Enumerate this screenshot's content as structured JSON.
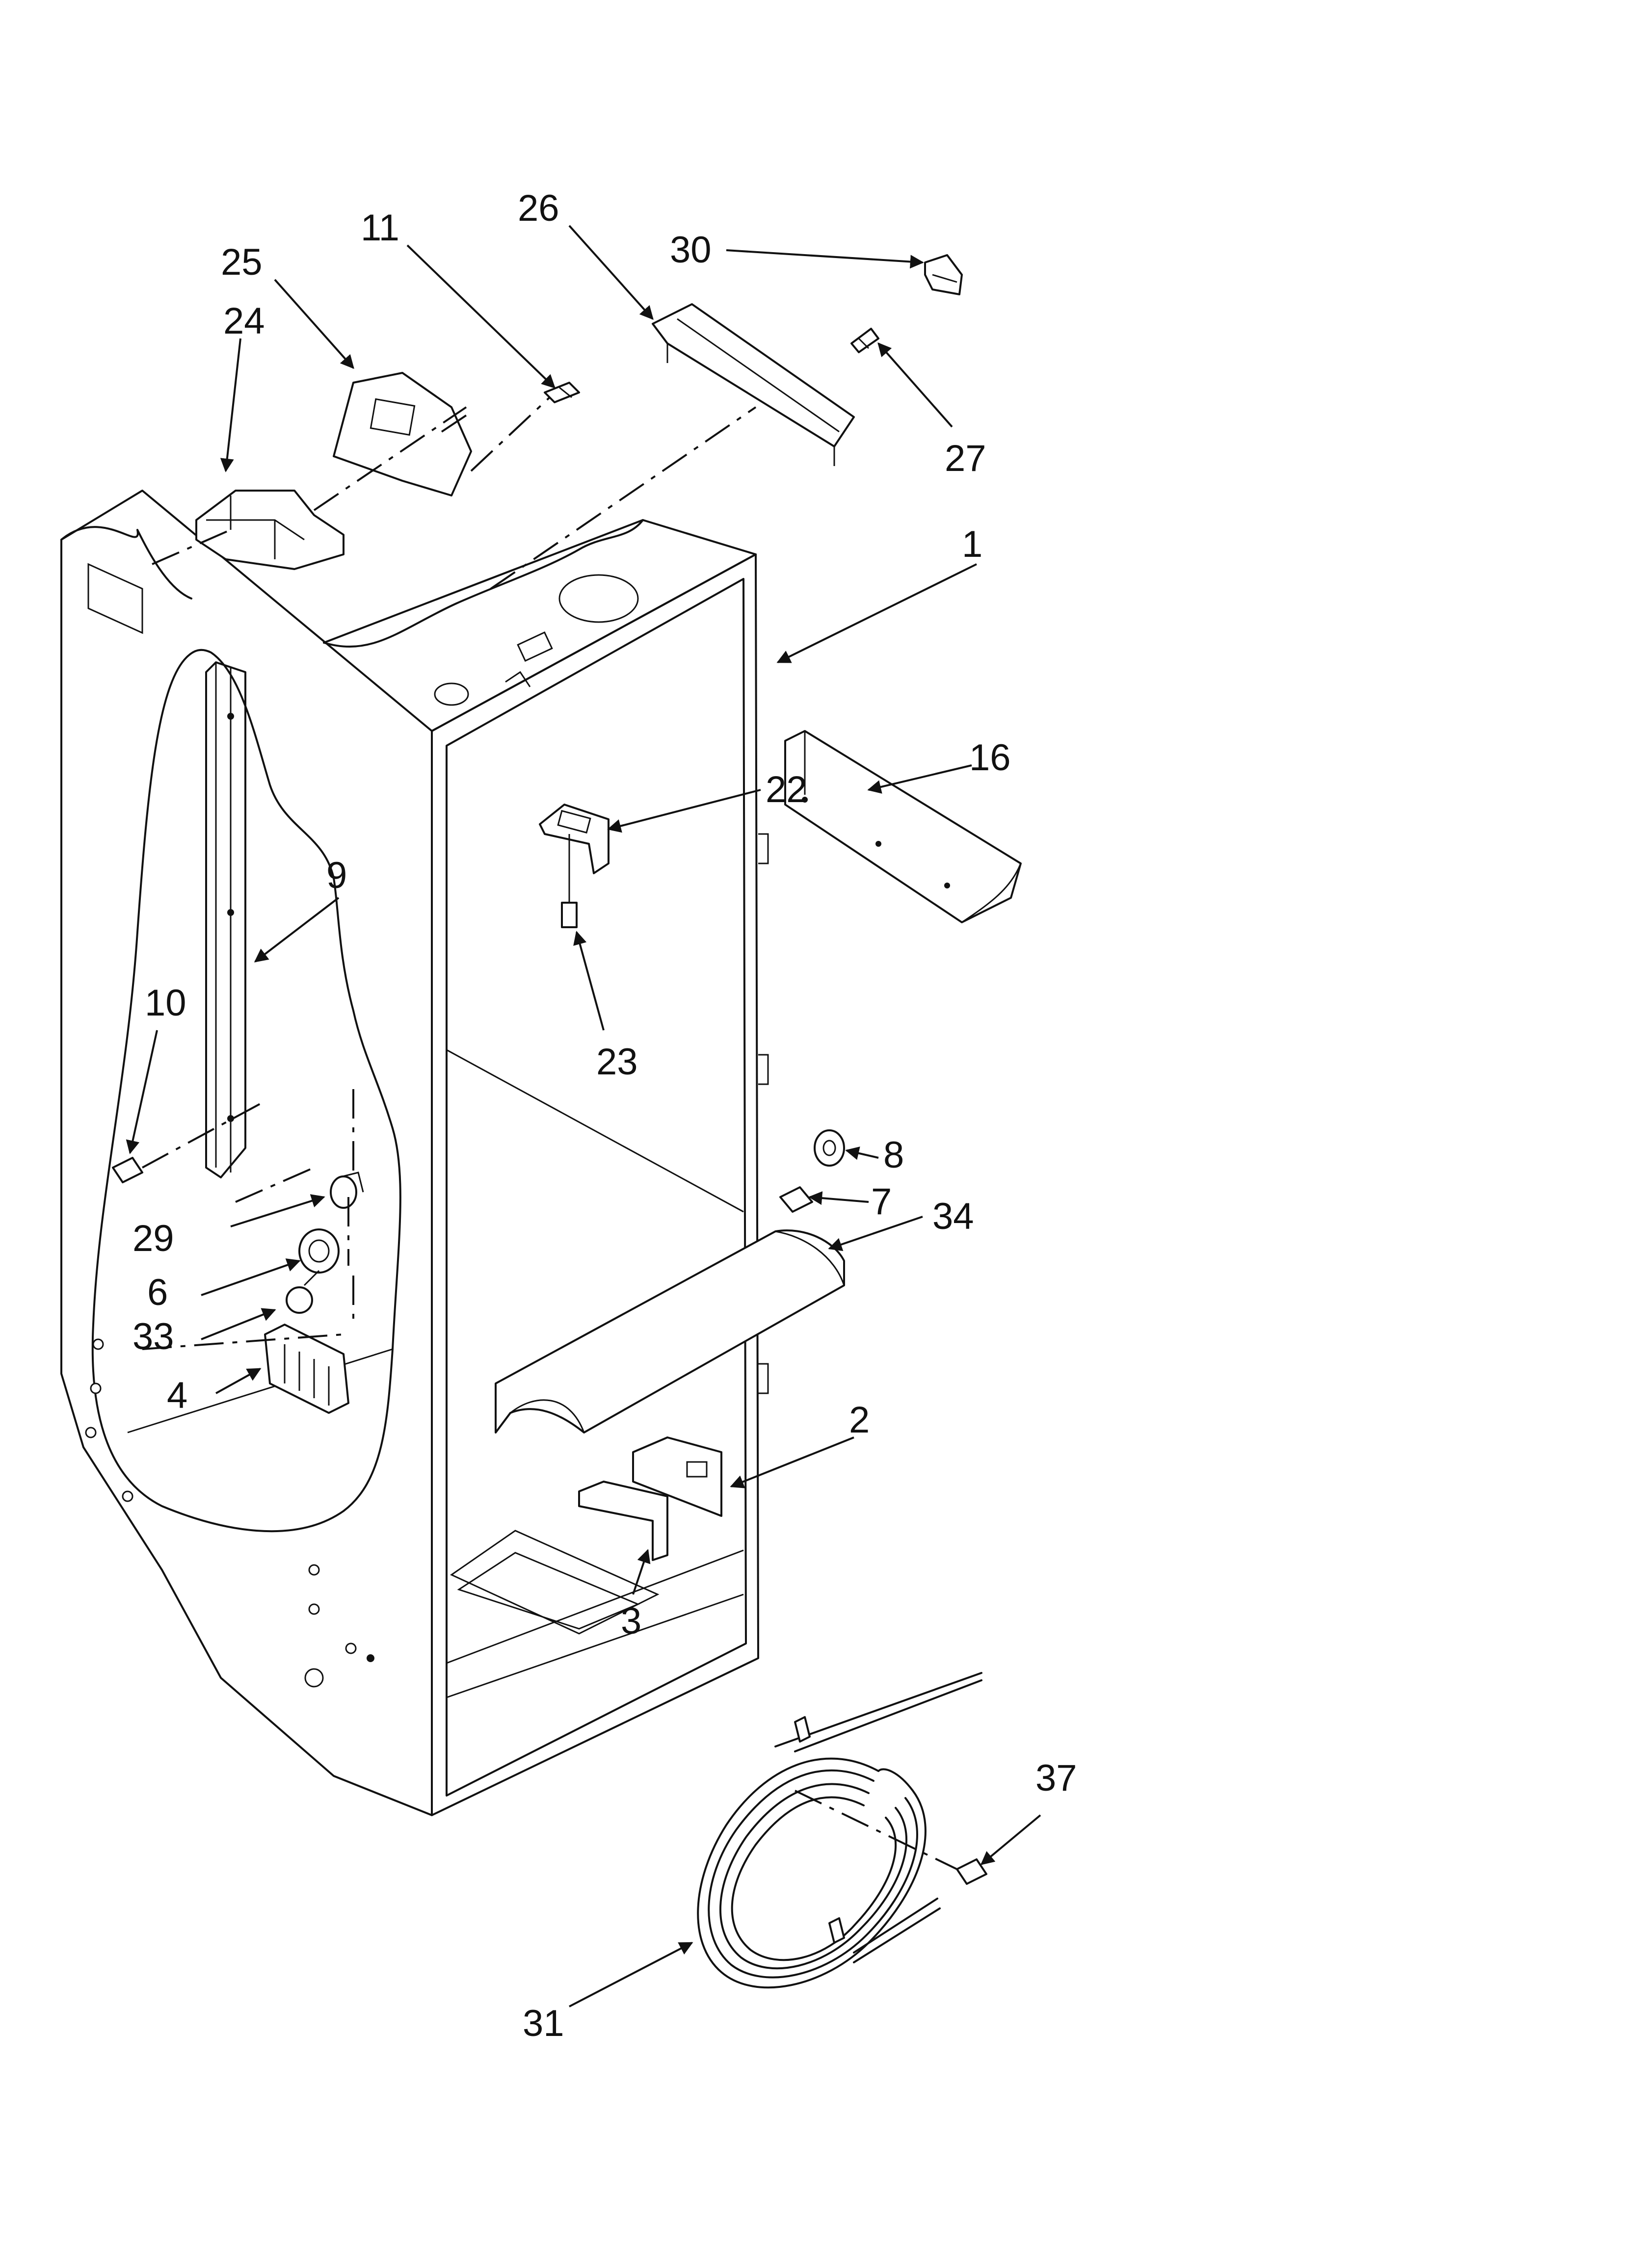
{
  "callouts": [
    {
      "id": "1",
      "label": "1"
    },
    {
      "id": "2",
      "label": "2"
    },
    {
      "id": "3",
      "label": "3"
    },
    {
      "id": "4",
      "label": "4"
    },
    {
      "id": "6",
      "label": "6"
    },
    {
      "id": "7",
      "label": "7"
    },
    {
      "id": "8",
      "label": "8"
    },
    {
      "id": "9",
      "label": "9"
    },
    {
      "id": "10",
      "label": "10"
    },
    {
      "id": "11",
      "label": "11"
    },
    {
      "id": "16",
      "label": "16"
    },
    {
      "id": "22",
      "label": "22"
    },
    {
      "id": "23",
      "label": "23"
    },
    {
      "id": "24",
      "label": "24"
    },
    {
      "id": "25",
      "label": "25"
    },
    {
      "id": "26",
      "label": "26"
    },
    {
      "id": "27",
      "label": "27"
    },
    {
      "id": "29",
      "label": "29"
    },
    {
      "id": "30",
      "label": "30"
    },
    {
      "id": "31",
      "label": "31"
    },
    {
      "id": "33",
      "label": "33"
    },
    {
      "id": "34",
      "label": "34"
    },
    {
      "id": "37",
      "label": "37"
    }
  ]
}
